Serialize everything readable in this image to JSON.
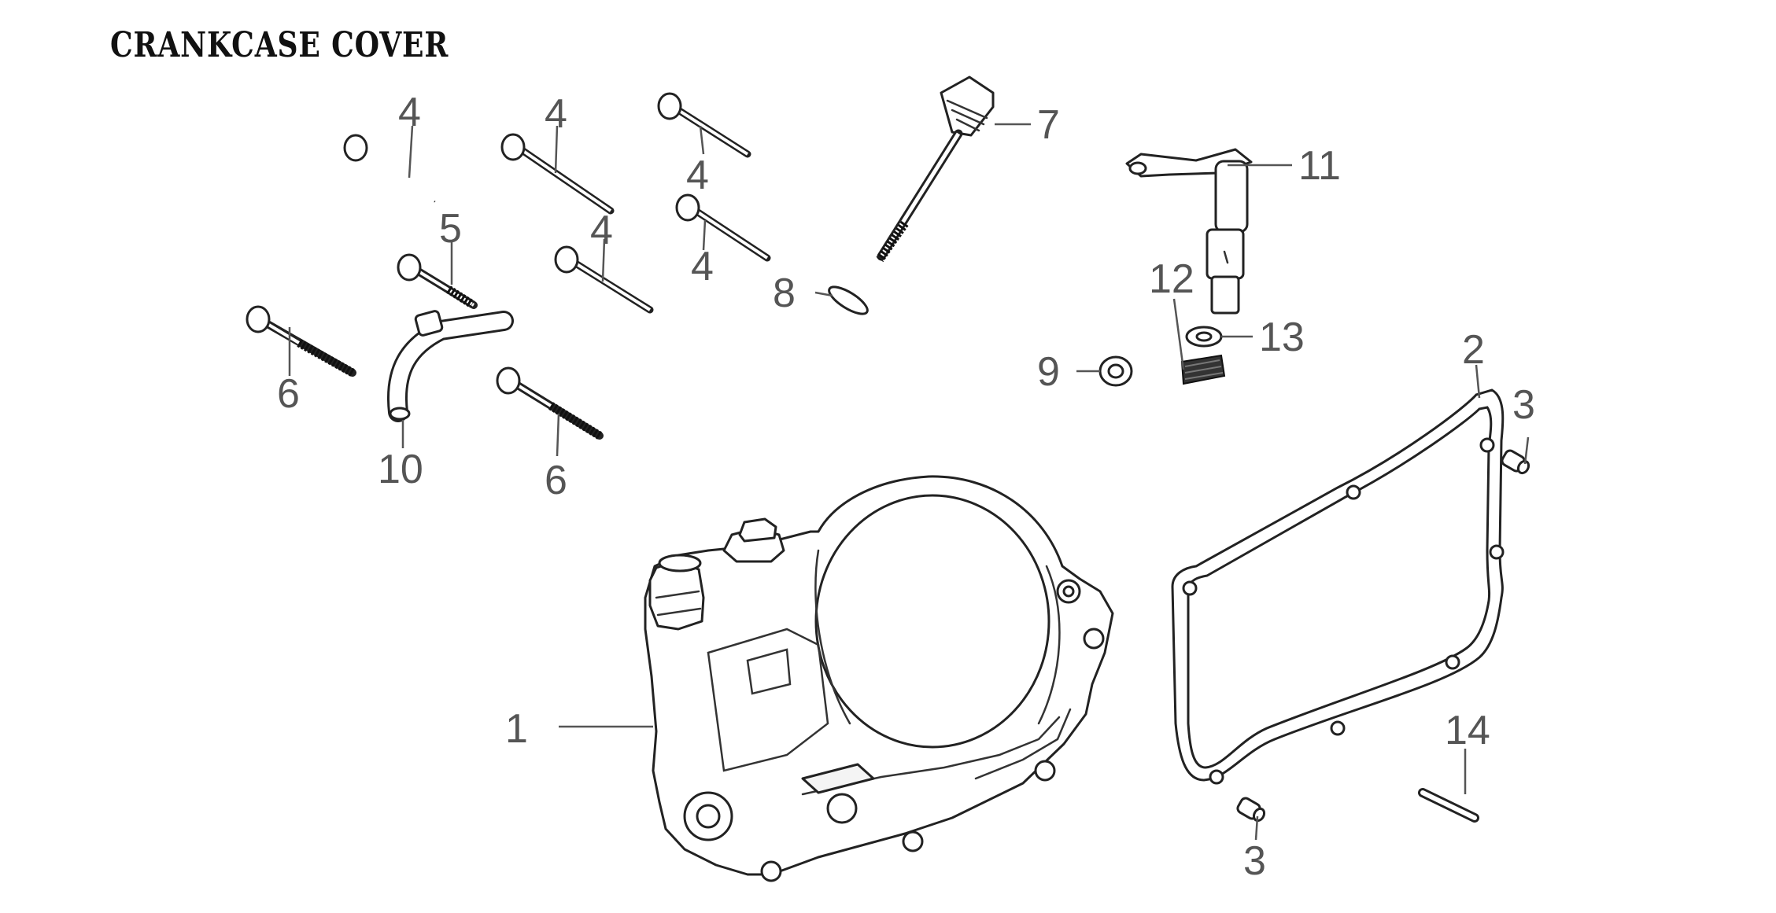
{
  "title": "CRANKCASE COVER",
  "callouts": {
    "c1": "1",
    "c2": "2",
    "c3a": "3",
    "c3b": "3",
    "c4a": "4",
    "c4b": "4",
    "c4c": "4",
    "c4d": "4",
    "c4e": "4",
    "c5": "5",
    "c6a": "6",
    "c6b": "6",
    "c7": "7",
    "c8": "8",
    "c9": "9",
    "c10": "10",
    "c11": "11",
    "c12": "12",
    "c13": "13",
    "c14": "14"
  }
}
